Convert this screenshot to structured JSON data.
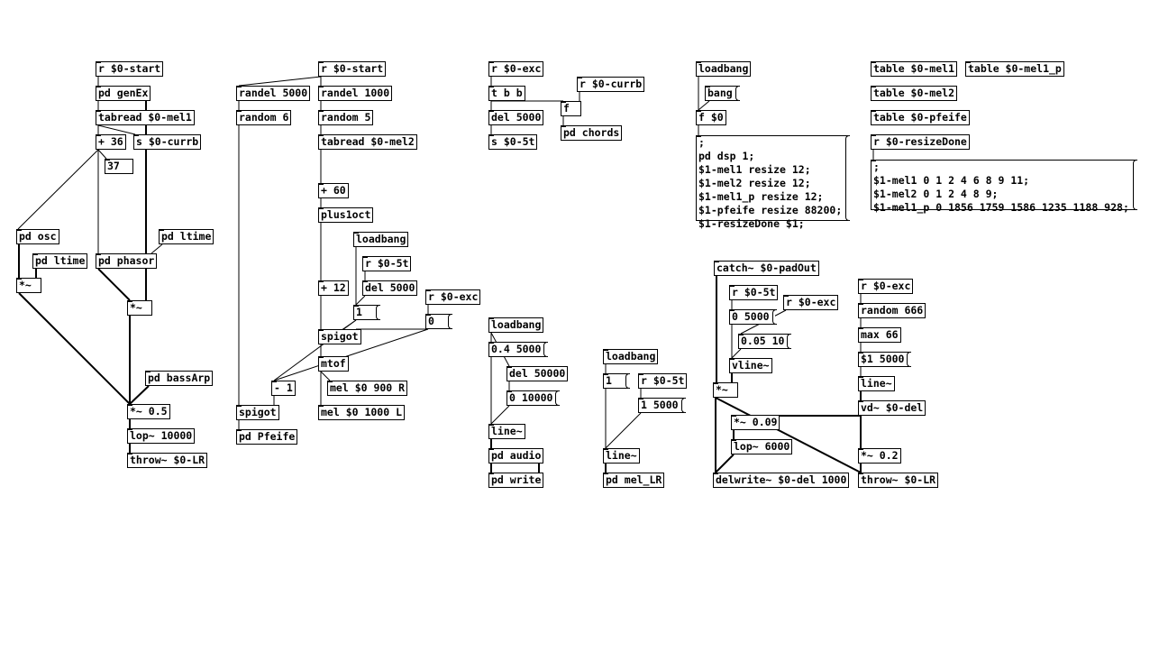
{
  "col1": [
    "r $0-start",
    "pd genEx",
    "tabread $0-mel1",
    "+ 36",
    "s $0-currb",
    "37",
    "pd osc",
    "pd ltime",
    "pd ltime",
    "pd phasor",
    "*~",
    "*~",
    "pd bassArp",
    "*~ 0.5",
    "lop~ 10000",
    "throw~ $0-LR"
  ],
  "col2": [
    "r $0-start",
    "randel 5000",
    "randel 1000",
    "random 6",
    "random 5",
    "tabread $0-mel2",
    "+ 60",
    "plus1oct",
    "loadbang",
    "r $0-5t",
    "+ 12",
    "del 5000",
    "r $0-exc",
    "1",
    "0",
    "spigot",
    "mtof",
    "- 1",
    "mel $0 900 R",
    "spigot",
    "mel $0 1000 L",
    "pd Pfeife"
  ],
  "col3": [
    "r $0-exc",
    "r $0-currb",
    "t b b",
    "f",
    "del 5000",
    "pd chords",
    "s $0-5t",
    "loadbang",
    "0.4 5000",
    "del 50000",
    "0 10000",
    "line~",
    "pd audio",
    "pd write",
    "loadbang",
    "1",
    "r $0-5t",
    "1 5000",
    "line~",
    "pd mel_LR"
  ],
  "col4": [
    "loadbang",
    "bang",
    "f $0",
    ";\npd dsp 1;\n$1-mel1 resize 12;\n$1-mel2 resize 12;\n$1-mel1_p resize 12;\n$1-pfeife resize 88200;\n$1-resizeDone $1;",
    "table $0-mel1",
    "table $0-mel1_p",
    "table $0-mel2",
    "table $0-pfeife",
    "r $0-resizeDone",
    ";\n$1-mel1 0 1 2 4 6 8 9 11;\n$1-mel2 0 1 2 4 8 9;\n$1-mel1_p 0 1856 1759 1586 1235 1188 928;",
    "catch~ $0-padOut",
    "r $0-5t",
    "r $0-exc",
    "0 5000",
    "0.05 10",
    "vline~",
    "*~",
    "*~ 0.09",
    "lop~ 6000",
    "delwrite~ $0-del 1000",
    "r $0-exc",
    "random 666",
    "max 66",
    "$1 5000",
    "line~",
    "vd~ $0-del",
    "*~ 0.2",
    "throw~ $0-LR"
  ]
}
